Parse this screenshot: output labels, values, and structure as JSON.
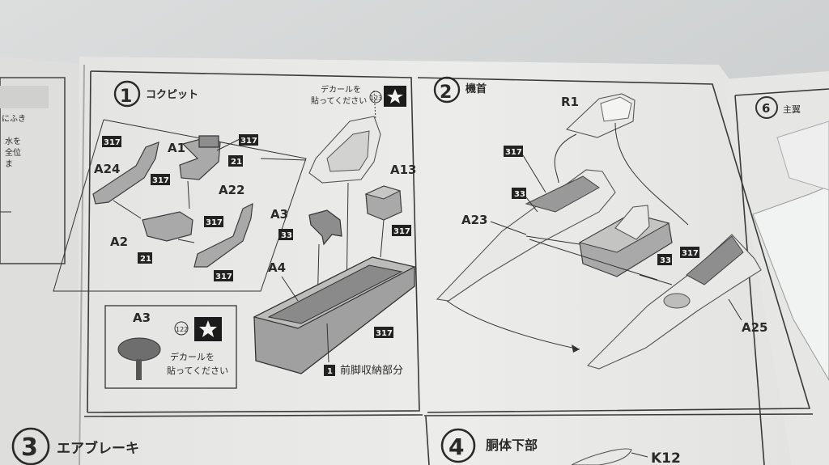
{
  "step1": {
    "number": "1",
    "title": "コクピット",
    "decal_note": [
      "デカールを",
      "貼ってください"
    ],
    "decal_ref": "123",
    "labels": {
      "a1": "A1",
      "a24": "A24",
      "a22": "A22",
      "a2": "A2",
      "a3": "A3",
      "a4": "A4",
      "a13": "A13"
    },
    "colors": {
      "c317": "317",
      "c21": "21",
      "c33": "33"
    },
    "inset": {
      "label": "A3",
      "decal_ref": "122",
      "decal_note": [
        "デカールを",
        "貼ってください"
      ]
    },
    "footnote_num": "1",
    "footnote": "前脚収納部分"
  },
  "step2": {
    "number": "2",
    "title": "機首",
    "labels": {
      "r1": "R1",
      "a23": "A23",
      "a25": "A25"
    },
    "colors": {
      "c317": "317",
      "c33": "33"
    }
  },
  "step3": {
    "number": "3",
    "title": "エアブレーキ"
  },
  "step4": {
    "number": "4",
    "title": "胴体下部",
    "label": "K12"
  },
  "step6": {
    "number": "6",
    "title": "主翼"
  },
  "left_page": {
    "fragments": [
      "にふき",
      "水を",
      "全位",
      "ま"
    ]
  }
}
